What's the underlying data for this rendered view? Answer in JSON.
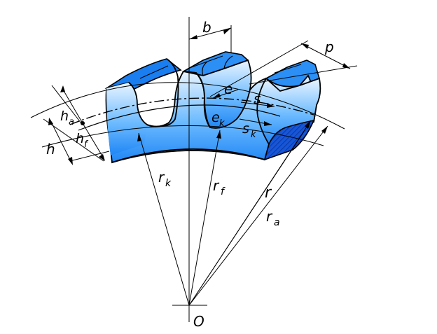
{
  "diagram": {
    "colors": {
      "tooth_fill_light": "#e3f1ff",
      "tooth_fill_mid": "#5fb3ff",
      "tooth_fill_dark": "#1478f2",
      "section_hatch": "#1b4fd0",
      "outline": "#000000"
    },
    "labels": {
      "b": "b",
      "p": "p",
      "e": "e",
      "s": "s",
      "e_k_main": "e",
      "e_k_sub": "k",
      "s_k_main": "s",
      "s_k_sub": "k",
      "h_a_main": "h",
      "h_a_sub": "a",
      "h_f_main": "h",
      "h_f_sub": "f",
      "h": "h",
      "r_k_main": "r",
      "r_k_sub": "k",
      "r_f_main": "r",
      "r_f_sub": "f",
      "r": "r",
      "r_a_main": "r",
      "r_a_sub": "a",
      "o": "O"
    }
  }
}
